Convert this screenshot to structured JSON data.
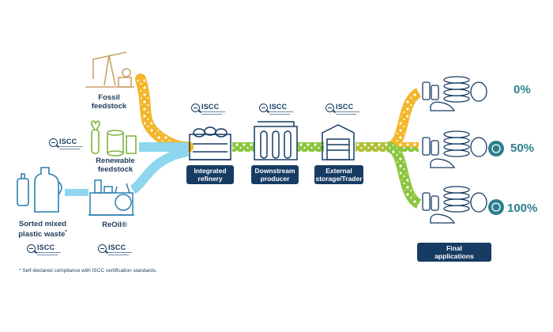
{
  "nodes": {
    "fossil": "Fossil\nfeedstock",
    "renewable": "Renewable\nfeedstock",
    "plastic": "Sorted mixed\nplastic waste",
    "plastic_mark": "*",
    "reoil": "ReOil®",
    "refinery": "Integrated\nrefinery",
    "downstream": "Downstream\nproducer",
    "external": "External\nstorage/Trader",
    "final": "Final\napplications"
  },
  "certification": {
    "label": "ISCC"
  },
  "percentages": [
    "0%",
    "50%",
    "100%"
  ],
  "footnote": "* Self-declared compliance with ISCC certification standards.",
  "colors": {
    "navy": "#173c63",
    "fossil_yellow": "#f4b62a",
    "renewable_green": "#8cc63f",
    "recycled_blue": "#8dd6ee",
    "teal": "#2c7f8c"
  }
}
